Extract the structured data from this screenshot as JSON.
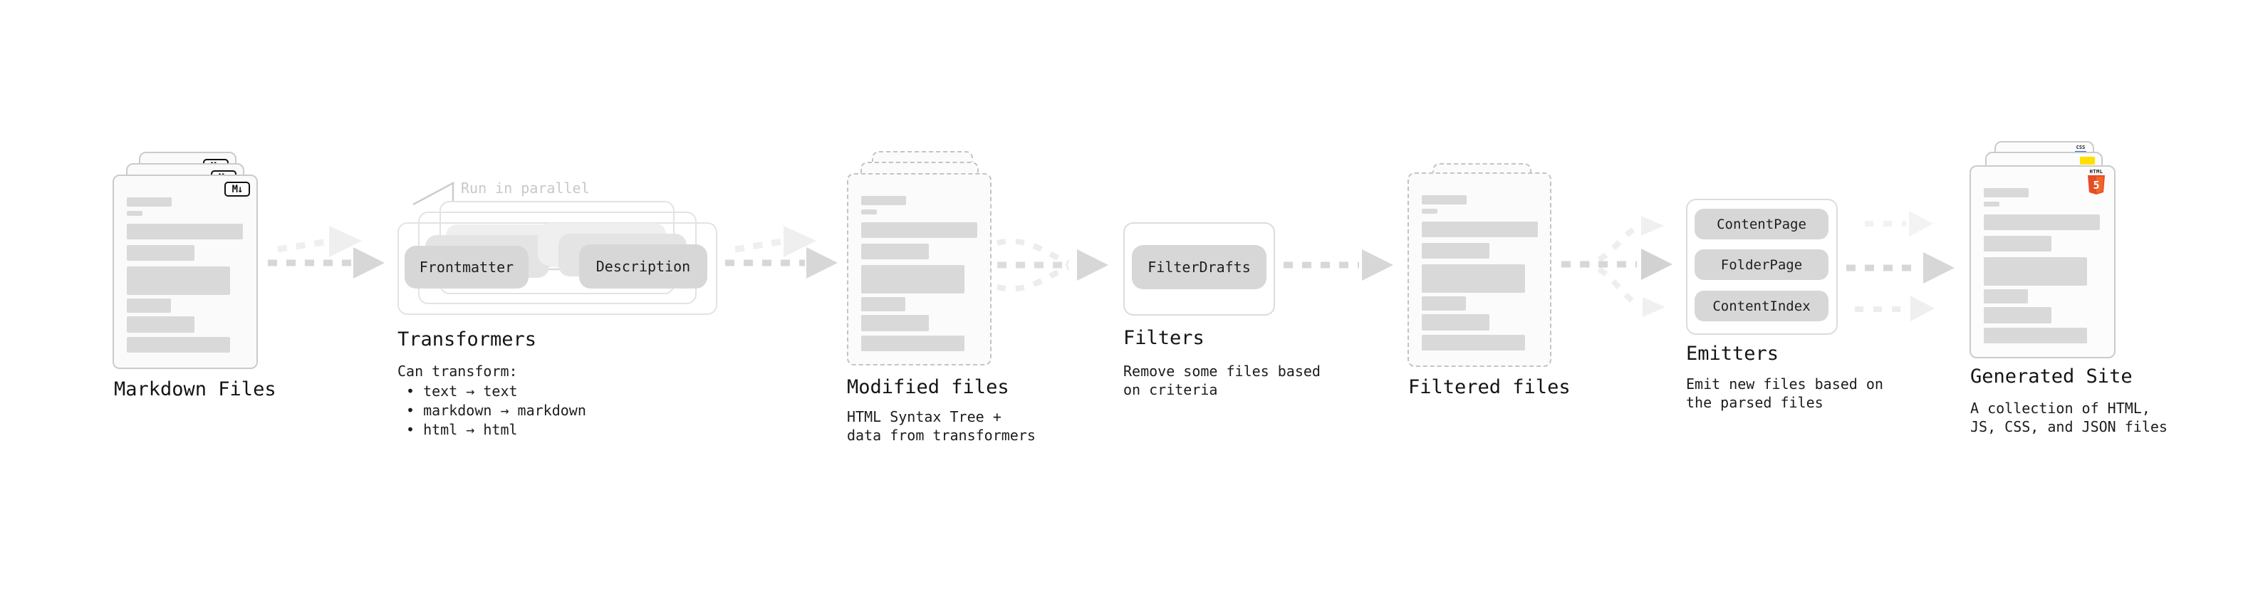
{
  "markdown": {
    "label": "Markdown Files",
    "icon": "M↓"
  },
  "transformers": {
    "annotation": "Run in parallel",
    "pill_left": "Frontmatter",
    "pill_right": "Description",
    "label": "Transformers",
    "desc_heading": "Can transform:",
    "bullets": [
      "• text → text",
      "• markdown → markdown",
      "• html → html"
    ]
  },
  "modified": {
    "label": "Modified files",
    "desc1": "HTML Syntax Tree +",
    "desc2": "data from transformers"
  },
  "filters": {
    "pill": "FilterDrafts",
    "label": "Filters",
    "desc1": "Remove some files based",
    "desc2": "on criteria"
  },
  "filtered": {
    "label": "Filtered files"
  },
  "emitters": {
    "pills": [
      "ContentPage",
      "FolderPage",
      "ContentIndex"
    ],
    "label": "Emitters",
    "desc1": "Emit new files based on",
    "desc2": "the parsed files"
  },
  "generated": {
    "label": "Generated Site",
    "desc1": "A collection of HTML,",
    "desc2": "JS, CSS, and JSON files",
    "badge_css": "CSS",
    "badge_html_top": "HTML",
    "badge_html_num": "5"
  },
  "colors": {
    "arrow_main": "#d7d7d7",
    "arrow_light": "#ededed",
    "arrow_faint": "#f2f2f2",
    "markdown_icon_border": "#111111",
    "html5_orange": "#e44d26",
    "js_yellow": "#ffdf00",
    "css_blue": "#2b62ff"
  }
}
